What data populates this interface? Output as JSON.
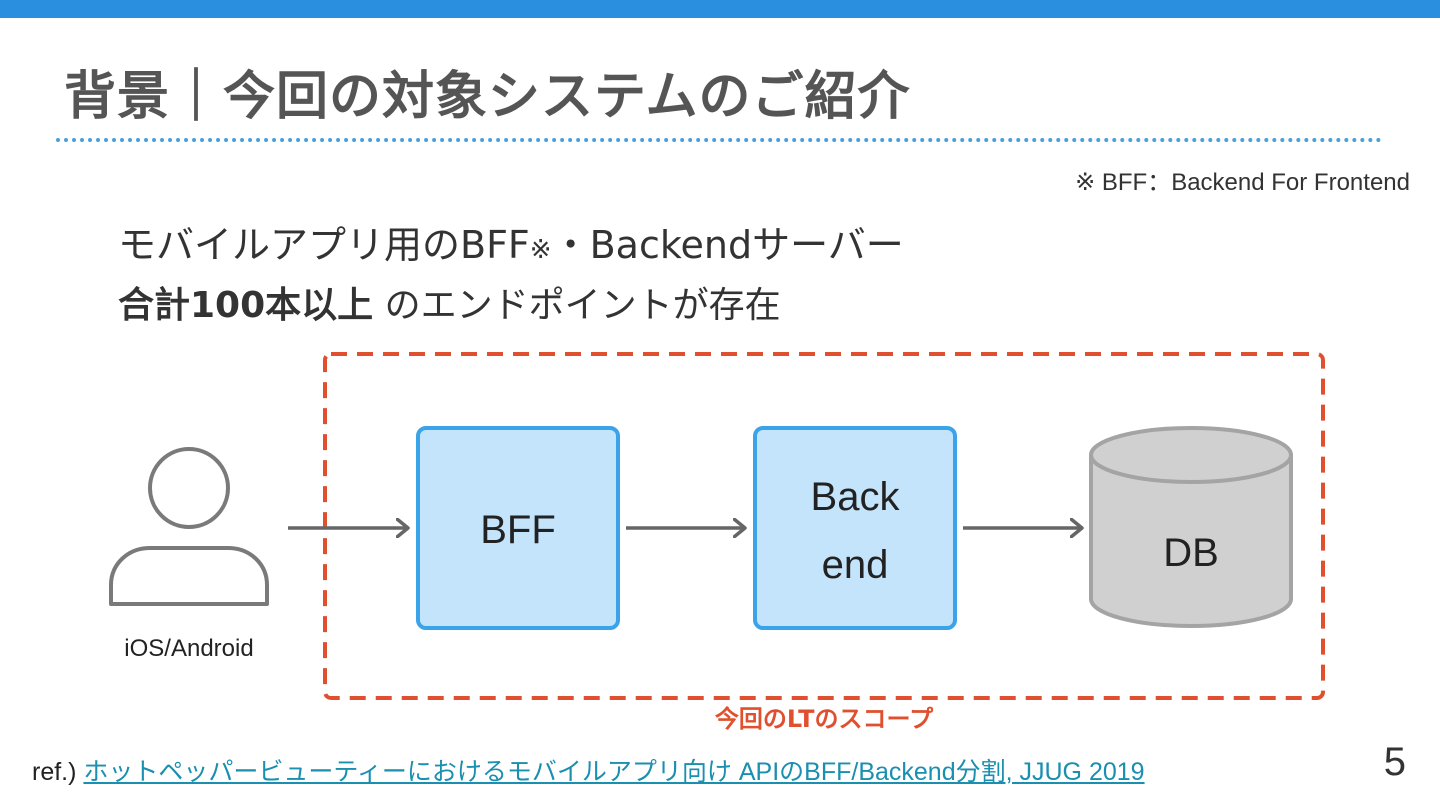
{
  "header": {
    "title": "背景｜今回の対象システムのご紹介",
    "accent_color": "#2b8fe0"
  },
  "footnote": "※ BFF：Backend For Frontend",
  "body": {
    "line1_main": "モバイルアプリ用のBFF",
    "line1_mark": "※",
    "line1_rest": "・Backendサーバー",
    "line2_bold": "合計100本以上",
    "line2_rest": "のエンドポイントが存在"
  },
  "diagram": {
    "client_label": "iOS/Android",
    "client_icon": "person-icon",
    "bff_label": "BFF",
    "backend_line1": "Back",
    "backend_line2": "end",
    "db_label": "DB",
    "db_icon": "database-icon",
    "scope_label": "今回のLTのスコープ",
    "colors": {
      "scope_border": "#e0502f",
      "box_fill": "#c4e4fb",
      "box_border": "#3ba3e8",
      "db_fill": "#d0d0d0",
      "db_border": "#a4a4a4",
      "arrow": "#666666"
    }
  },
  "reference": {
    "prefix": "ref.)",
    "link_text": "ホットペッパービューティーにおけるモバイルアプリ向け APIのBFF/Backend分割, JJUG 2019"
  },
  "page_number": "5"
}
